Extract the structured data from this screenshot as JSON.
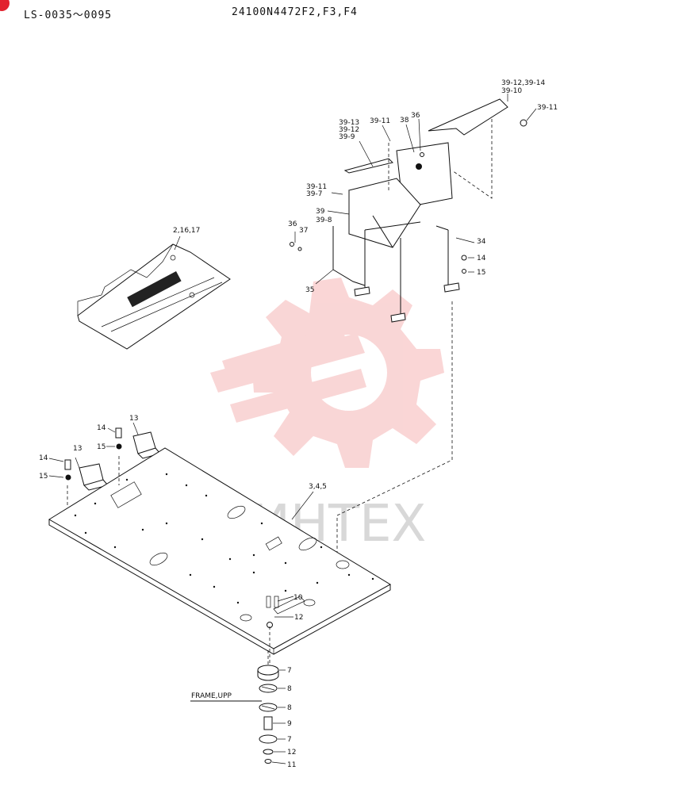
{
  "header": {
    "serial_range": "LS-0035～0095",
    "part_number": "24100N4472F2,F3,F4"
  },
  "watermark": {
    "text": "ИНТЕХ",
    "color": "#f5b5b5"
  },
  "callouts": {
    "upper_right": "39-12,39-14",
    "c39_10": "39-10",
    "c39_11_right": "39-11",
    "c39_13": "39-13",
    "c39_12": "39-12",
    "c39_9": "39-9",
    "c39_11_mid": "39-11",
    "c38": "38",
    "c36_top": "36",
    "c39_11_left": "39-11",
    "c39_7": "39-7",
    "c39": "39",
    "c39_8": "39-8",
    "c36_left": "36",
    "c37": "37",
    "c34": "34",
    "c14_right": "14",
    "c15_right": "15",
    "c35": "35",
    "c2_16_17": "2,16,17",
    "c13_top": "13",
    "c14_top": "14",
    "c15_top": "15",
    "c13_left": "13",
    "c14_left": "14",
    "c15_left": "15",
    "c3_4_5": "3,4,5",
    "c10": "10",
    "c12_plate": "12",
    "c7_a": "7",
    "c8_a": "8",
    "frame_upp": "FRAME,UPP",
    "c8_b": "8",
    "c9": "9",
    "c7_b": "7",
    "c12_b": "12",
    "c11": "11"
  }
}
